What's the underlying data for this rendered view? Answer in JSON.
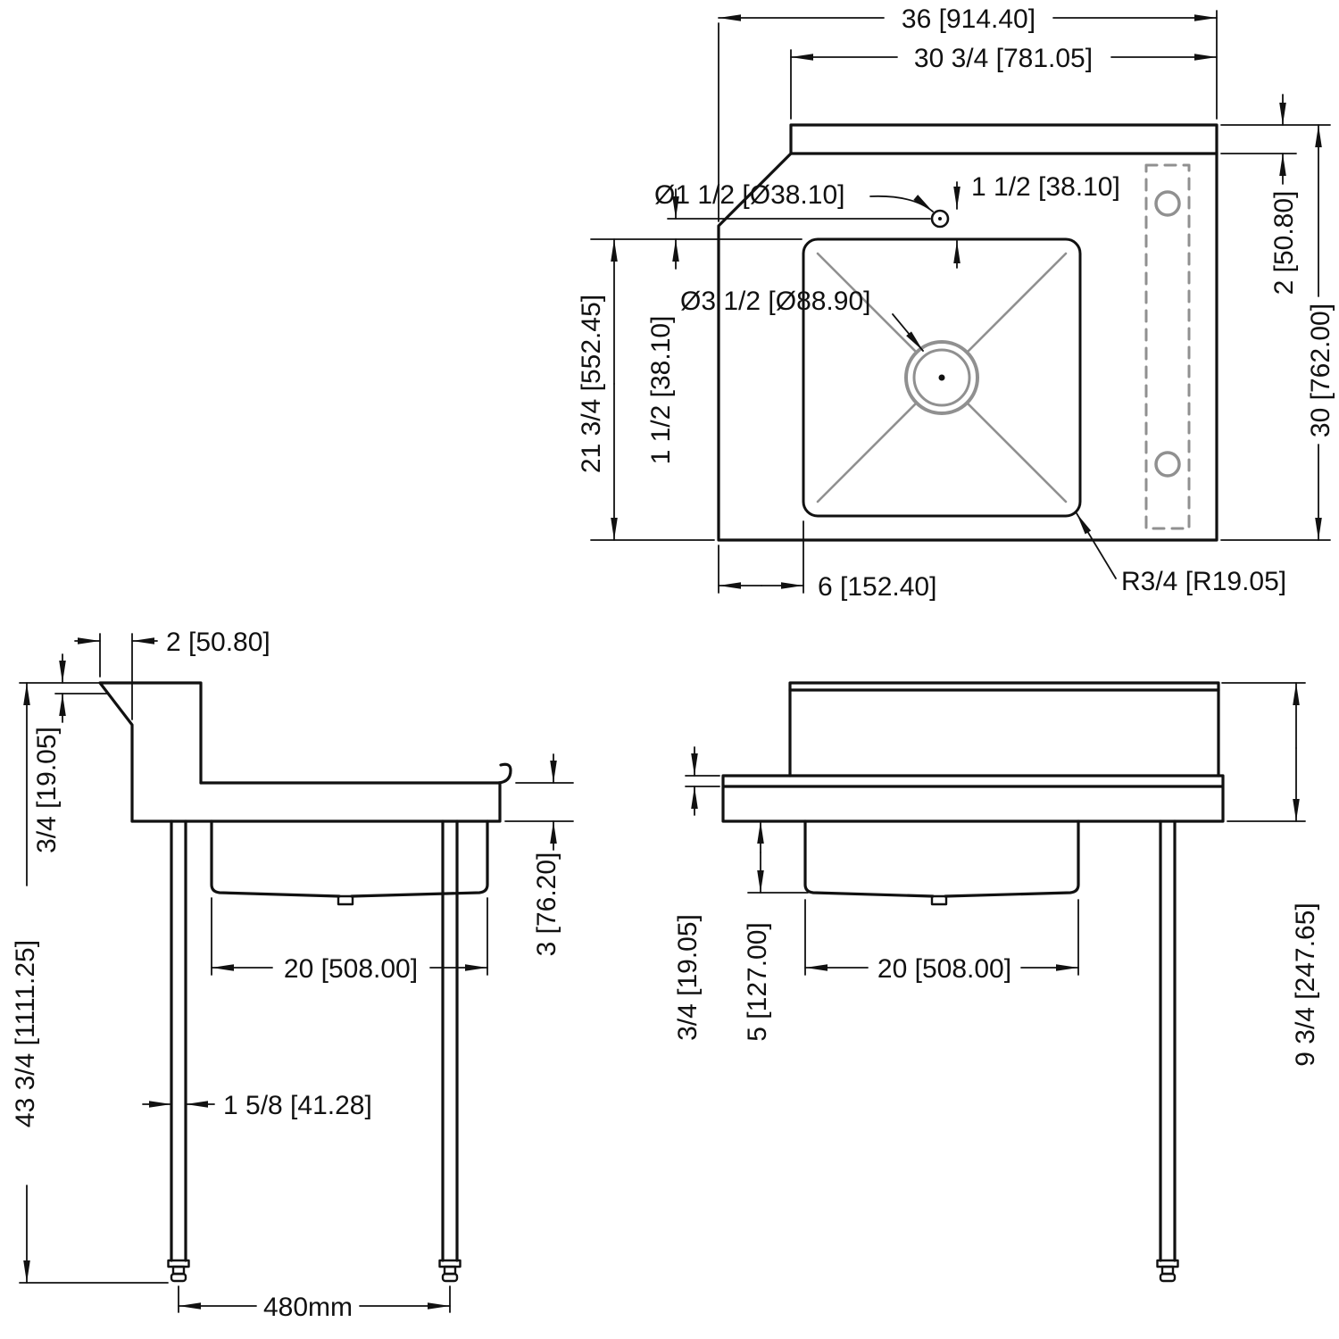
{
  "drawing_title": "Sink table technical dimension drawing",
  "colors": {
    "line": "#111111",
    "secondary": "#909090",
    "background": "#ffffff"
  },
  "dims": {
    "plan": {
      "overall_width": "36 [914.40]",
      "splash_width": "30 3/4 [781.05]",
      "faucet_hole_dia": "Ø1 1/2 [Ø38.10]",
      "faucet_offset": "1 1/2 [38.10]",
      "drain_dia": "Ø3 1/2 [Ø88.90]",
      "bowl_back": "21 3/4 [552.45]",
      "faucet_to_bowl": "1 1/2 [38.10]",
      "splash_depth": "2 [50.80]",
      "overall_depth": "30 [762.00]",
      "bowl_side_inset": "6 [152.40]",
      "corner_radius": "R3/4 [R19.05]"
    },
    "side": {
      "splash_bend": "2 [50.80]",
      "top_thickness": "3/4 [19.05]",
      "overall_height": "43 3/4 [1111.25]",
      "bowl_length": "20 [508.00]",
      "apron_height": "3 [76.20]",
      "leg_width": "1 5/8 [41.28]",
      "leg_spacing": "480mm"
    },
    "front": {
      "top_thickness": "3/4 [19.05]",
      "bowl_depth": "5 [127.00]",
      "bowl_length": "20 [508.00]",
      "splash_assembly_height": "9 3/4 [247.65]"
    }
  }
}
